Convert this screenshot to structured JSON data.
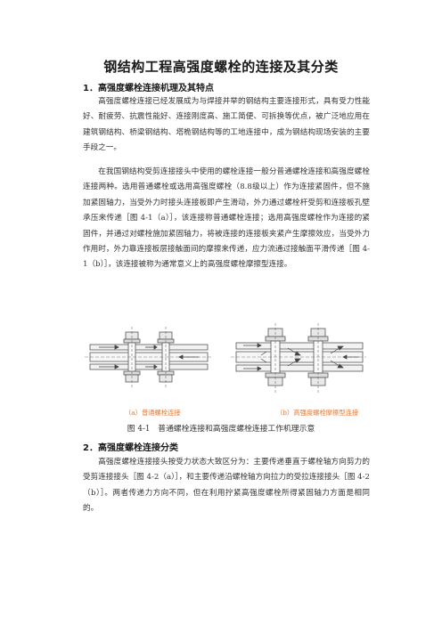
{
  "document": {
    "title": "钢结构工程高强度螺栓的连接及其分类",
    "section1": {
      "heading": "1．高强度螺栓连接机理及其特点",
      "para1": "高强度螺栓连接已经发展成为与焊接并举的钢结构主要连接形式，具有受力性能好、耐疲劳、抗震性能好、连接刚度高、施工简便、可拆换等优点，被广泛地应用在建筑钢结构、桥梁钢结构、塔桅钢结构等的工地连接中，成为钢结构现场安装的主要手段之一。",
      "para2": "在我国钢结构受剪连接接头中使用的螺栓连接一般分普通螺栓连接和高强度螺栓连接两种。选用普通螺栓或选用高强度螺栓（8.8级以上）作为连接紧固件，但不施加紧固轴力，当受外力时接头连接板即产生滑动，外力通过螺栓杆受剪和连接板孔壁承压来传递［图 4-1（a）］，该连接称普通螺栓连接；选用高强度螺栓作为连接的紧固件，并通过对螺栓施加紧固轴力，将被连接的连接板夹紧产生摩擦效应，当受外力作用时，外力靠连接板层接触面间的摩擦来传递，应力流通过接触面平滑传递［图 4-1（b）］，该连接被称为通常意义上的高强度螺栓摩擦型连接。"
    },
    "figure": {
      "label_a": "（a）普通螺栓连接",
      "label_b": "（b）高强度螺栓摩擦型连接",
      "caption": "图 4-1　普通螺栓连接和高强度螺栓连接工作机理示意"
    },
    "section2": {
      "heading": "2．高强度螺栓连接分类",
      "para1": "高强度螺栓连接接头按受力状态大致区分为：主要传递垂直于螺栓轴方向剪力的受剪连接接头［图 4-2（a）］，和主要传递沿螺栓轴方向拉力的受拉连接接头［图 4-2（b）］。两者传递力方向不同，但在利用拧紧高强度螺栓所得紧固轴力方面是相同的。"
    },
    "colors": {
      "accent": "#e07a3a",
      "line": "#555555",
      "arrow": "#444444"
    }
  }
}
